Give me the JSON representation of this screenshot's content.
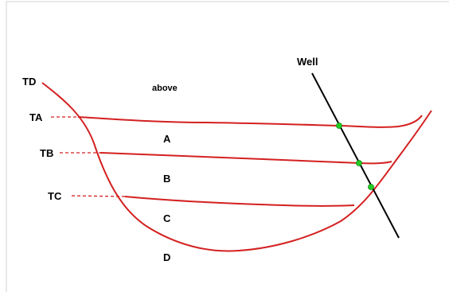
{
  "labels": {
    "well": "Well",
    "td": "TD",
    "ta": "TA",
    "tb": "TB",
    "tc": "TC",
    "above": "above",
    "zone_a": "A",
    "zone_b": "B",
    "zone_c": "C",
    "zone_d": "D"
  },
  "colors": {
    "surface_line": "#d42020",
    "well_line": "#000000",
    "intersection_point": "#22cc22",
    "border": "#c0c0c0"
  }
}
